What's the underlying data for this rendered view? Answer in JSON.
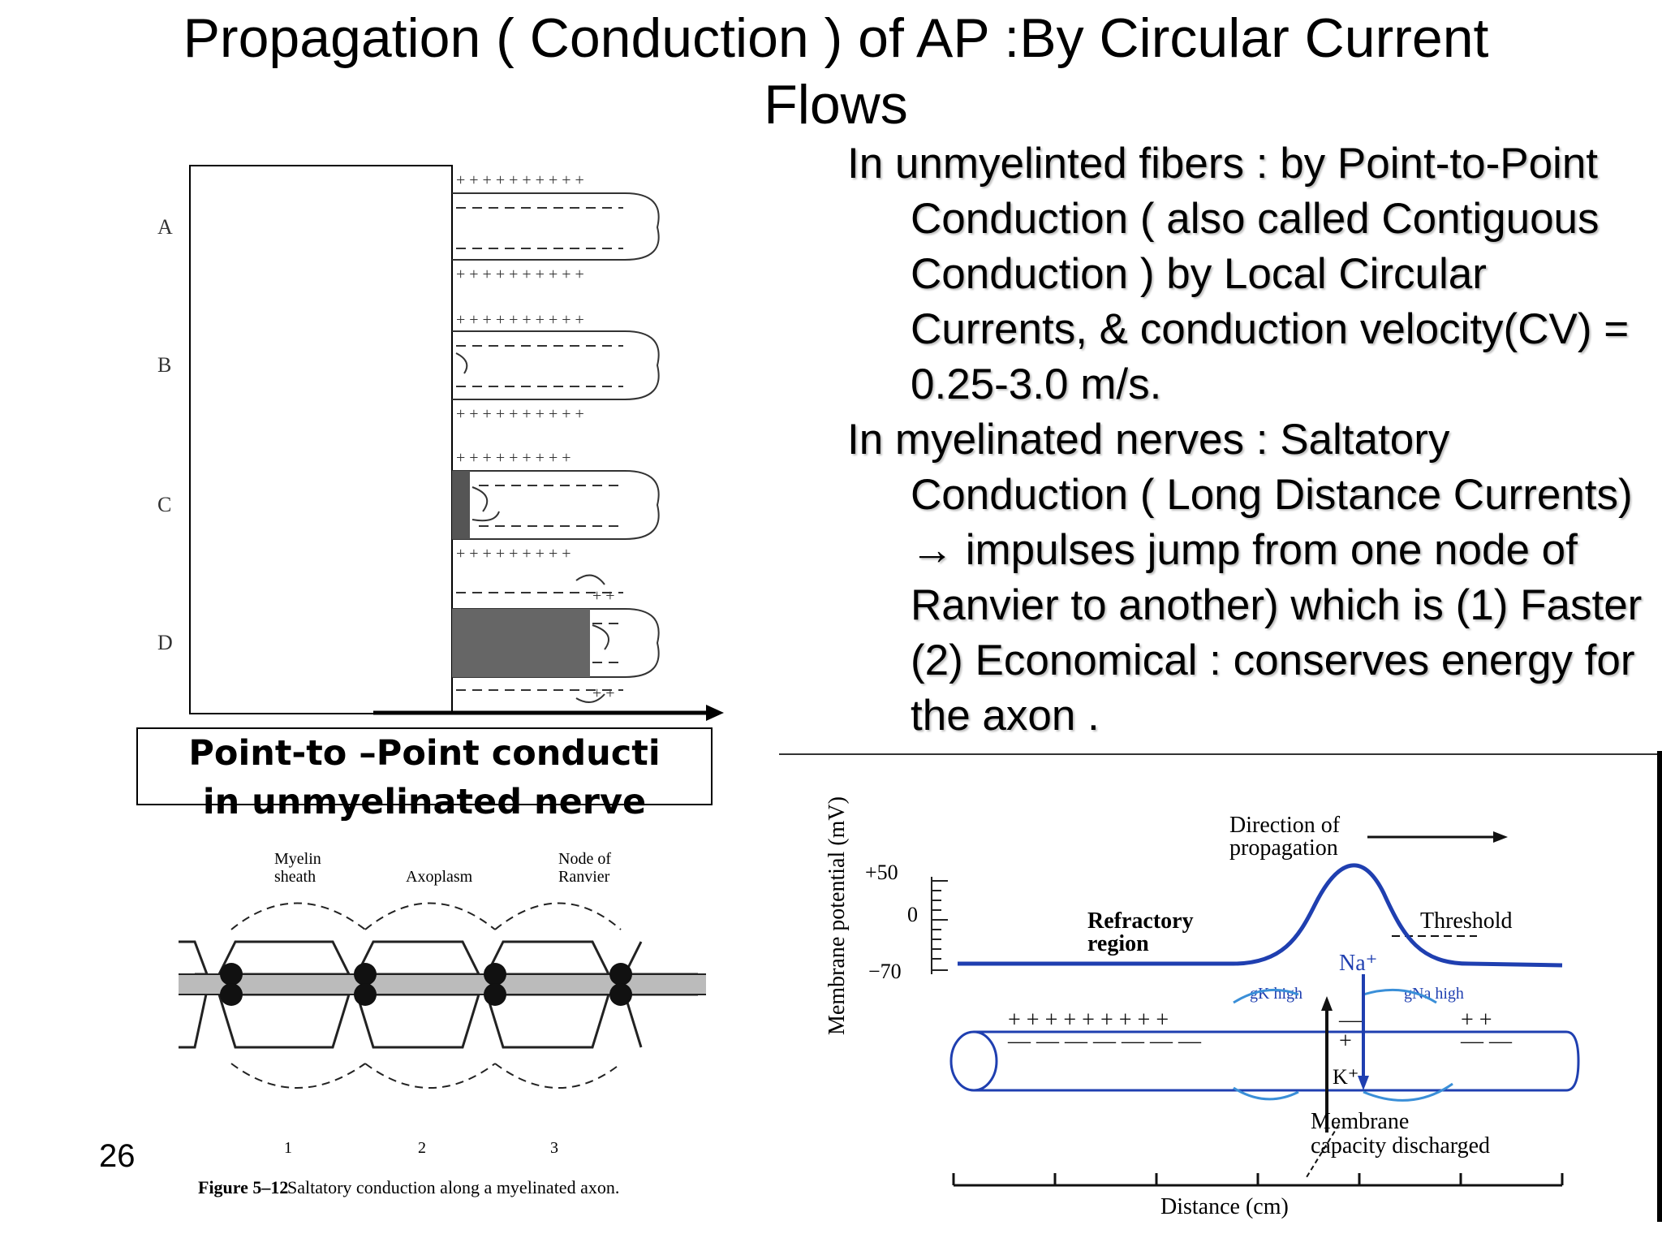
{
  "slide": {
    "title": "Propagation ( Conduction ) of AP :By Circular Current\nFlows",
    "slide_number": "26"
  },
  "bullets": [
    "In unmyelinted fibers : by Point-to-Point Conduction ( also called Contiguous Conduction ) by Local Circular Currents, & conduction velocity(CV) = 0.25-3.0 m/s.",
    "In myelinated nerves : Saltatory Conduction ( Long Distance Currents) → impulses jump from one node of Ranvier to another) which is (1) Faster (2) Economical : conserves energy for the axon ."
  ],
  "figure_unmyelinated": {
    "row_labels": [
      "A",
      "B",
      "C",
      "D"
    ],
    "caption_line1": "Point-to –Point conducti",
    "caption_line2": "in unmyelinated nerve"
  },
  "figure_saltatory": {
    "label_myelin": "Myelin",
    "label_sheath": "sheath",
    "label_axoplasm": "Axoplasm",
    "label_node": "Node of",
    "label_ranvier": "Ranvier",
    "node_numbers": [
      "1",
      "2",
      "3"
    ],
    "caption_bold": "Figure 5–12",
    "caption_text": "Saltatory conduction along a myelinated axon."
  },
  "figure_potential": {
    "y_axis_label": "Membrane potential (mV)",
    "y_ticks": [
      "+50",
      "0",
      "−70"
    ],
    "direction_line1": "Direction of",
    "direction_line2": "propagation",
    "refractory_line1": "Refractory",
    "refractory_line2": "region",
    "threshold": "Threshold",
    "na_label": "Na⁺",
    "k_label": "K⁺",
    "gk_label": "gK high",
    "gna_label": "gNa high",
    "membrane_line1": "Membrane",
    "membrane_line2": "capacity discharged",
    "x_axis_label": "Distance (cm)",
    "curve_color": "#1f3fb0",
    "arrow_color": "#3a8fd8"
  }
}
